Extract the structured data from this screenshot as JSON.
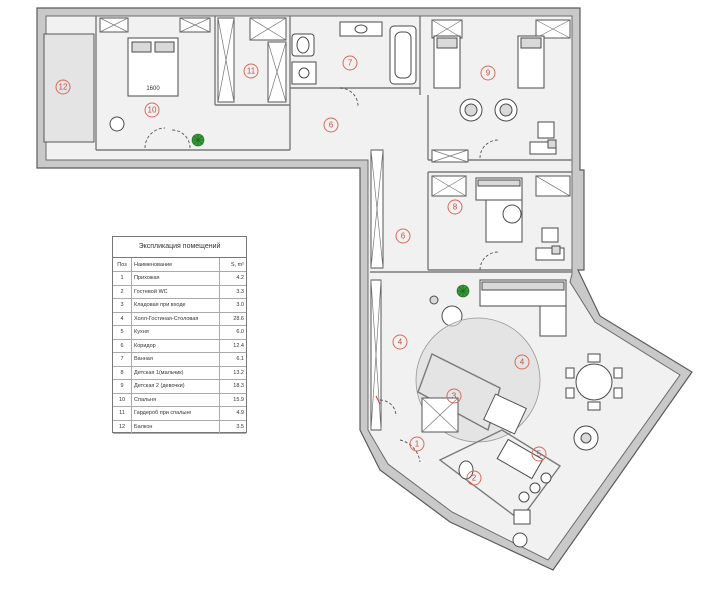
{
  "legend": {
    "title": "Экспликация помещений",
    "header": {
      "num": "Поз",
      "name": "Наименование",
      "area": "S, m²"
    },
    "rows": [
      {
        "num": "1",
        "name": "Прихожая",
        "area": "4.2"
      },
      {
        "num": "2",
        "name": "Гостевой WC",
        "area": "3.3"
      },
      {
        "num": "3",
        "name": "Кладовая при входе",
        "area": "3.0"
      },
      {
        "num": "4",
        "name": "Холл-Гостиная-Столовая",
        "area": "28.6"
      },
      {
        "num": "5",
        "name": "Кухня",
        "area": "6.0"
      },
      {
        "num": "6",
        "name": "Коридор",
        "area": "12.4"
      },
      {
        "num": "7",
        "name": "Ванная",
        "area": "6.1"
      },
      {
        "num": "8",
        "name": "Детская 1(мальчик)",
        "area": "13.2"
      },
      {
        "num": "9",
        "name": "Детская 2 (девочки)",
        "area": "18.3"
      },
      {
        "num": "10",
        "name": "Спальня",
        "area": "15.9"
      },
      {
        "num": "11",
        "name": "Гардероб при спальне",
        "area": "4.9"
      },
      {
        "num": "12",
        "name": "Балкон",
        "area": "3.5"
      }
    ]
  },
  "bed_dimension": "1600",
  "room_markers": [
    {
      "id": "m1",
      "label": "1"
    },
    {
      "id": "m2",
      "label": "2"
    },
    {
      "id": "m3",
      "label": "3"
    },
    {
      "id": "m4a",
      "label": "4"
    },
    {
      "id": "m4b",
      "label": "4"
    },
    {
      "id": "m5",
      "label": "5"
    },
    {
      "id": "m6a",
      "label": "6"
    },
    {
      "id": "m6b",
      "label": "6"
    },
    {
      "id": "m7",
      "label": "7"
    },
    {
      "id": "m8",
      "label": "8"
    },
    {
      "id": "m9",
      "label": "9"
    },
    {
      "id": "m10",
      "label": "10"
    },
    {
      "id": "m11",
      "label": "11"
    },
    {
      "id": "m12",
      "label": "12"
    }
  ],
  "colors": {
    "marker": "#c0504d",
    "wall": "#c9c9c9",
    "floor": "#f1f1f1",
    "plant": "#3a9a3a"
  }
}
